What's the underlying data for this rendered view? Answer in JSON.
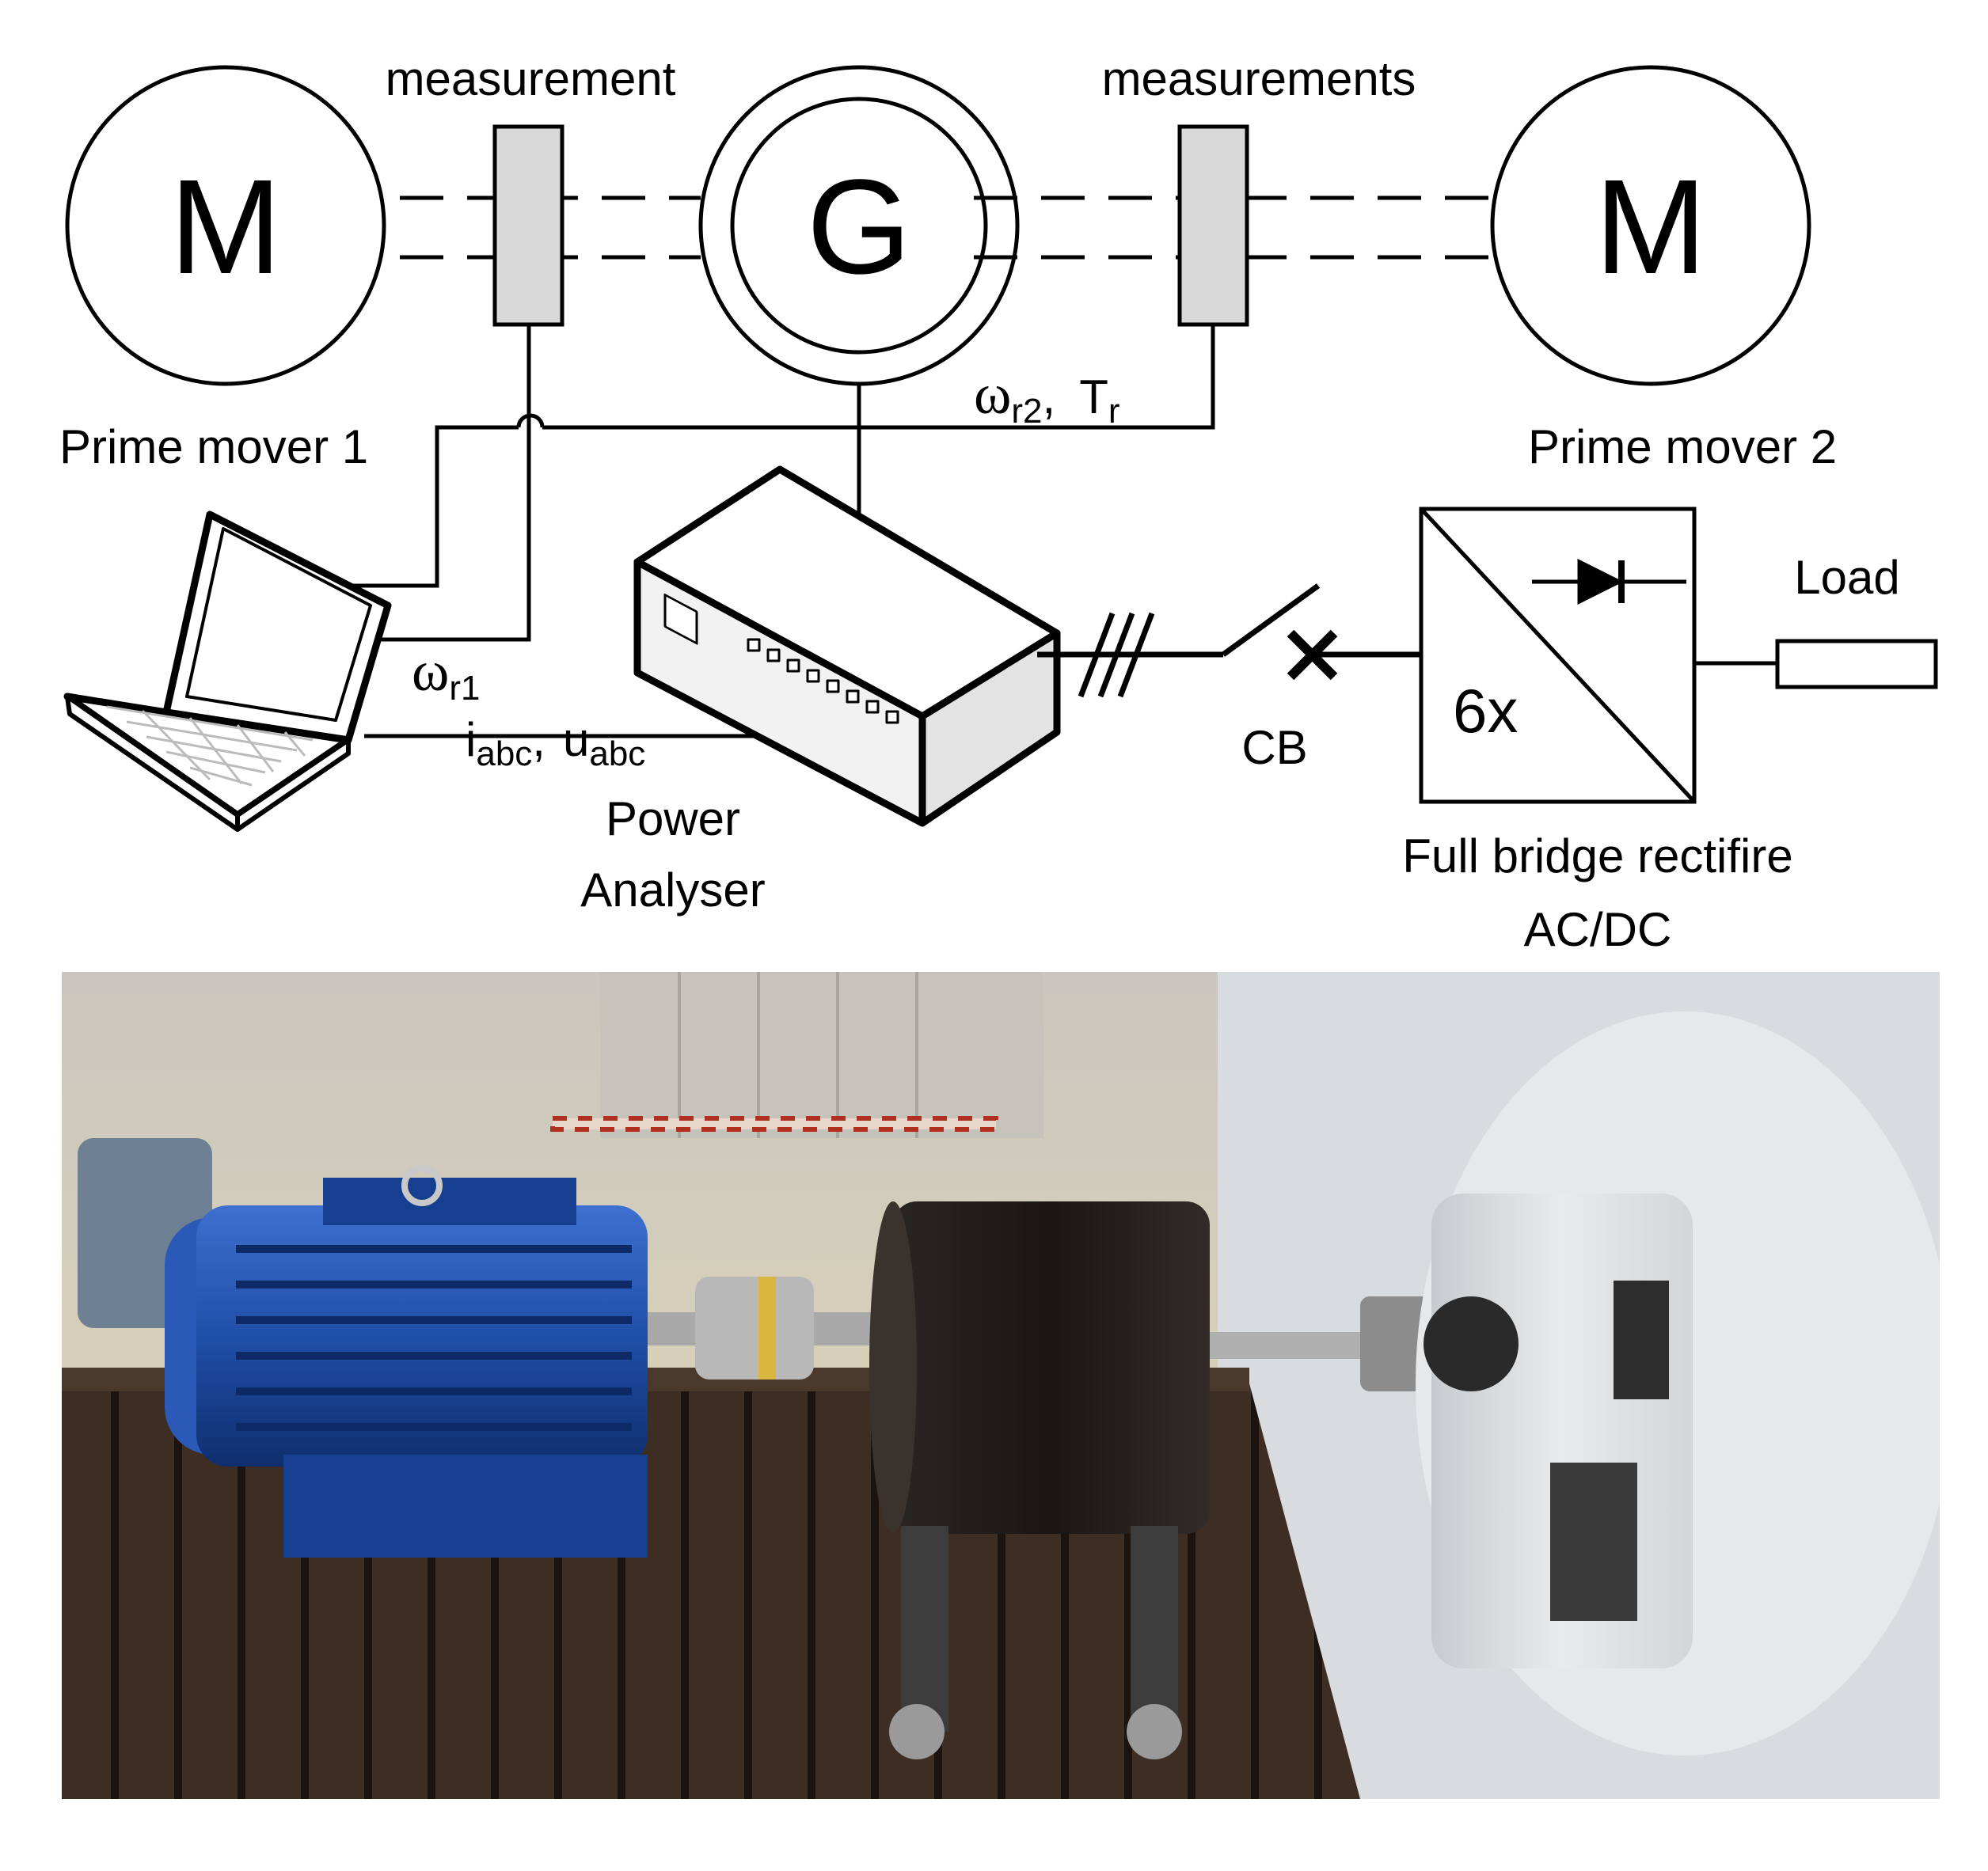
{
  "diagram": {
    "motor_left": {
      "symbol": "M",
      "label": "Prime mover 1"
    },
    "generator": {
      "symbol": "G"
    },
    "motor_right": {
      "symbol": "M",
      "label": "Prime mover 2"
    },
    "measurement_left_label": "measurement",
    "measurement_right_label": "measurements",
    "signal_wr2": {
      "symbol": "ω",
      "sub": "r2",
      "sep": ",",
      "symbol2": "T",
      "sub2": "r"
    },
    "signal_wr1": {
      "symbol": "ω",
      "sub": "r1"
    },
    "signal_iu": {
      "symbol": "i",
      "sub": "abc",
      "sep": ",",
      "symbol2": "u",
      "sub2": "abc"
    },
    "power_analyser": {
      "line1": "Power",
      "line2": "Analyser"
    },
    "circuit_breaker": "CB",
    "rectifier": {
      "count": "6x",
      "line1": "Full bridge rectifire",
      "line2": "AC/DC"
    },
    "load": "Load"
  },
  "colors": {
    "stroke": "#000000",
    "sensor_fill": "#d9d9d9",
    "motor_blue": "#1f4fa8",
    "generator_black": "#1e1a18"
  }
}
